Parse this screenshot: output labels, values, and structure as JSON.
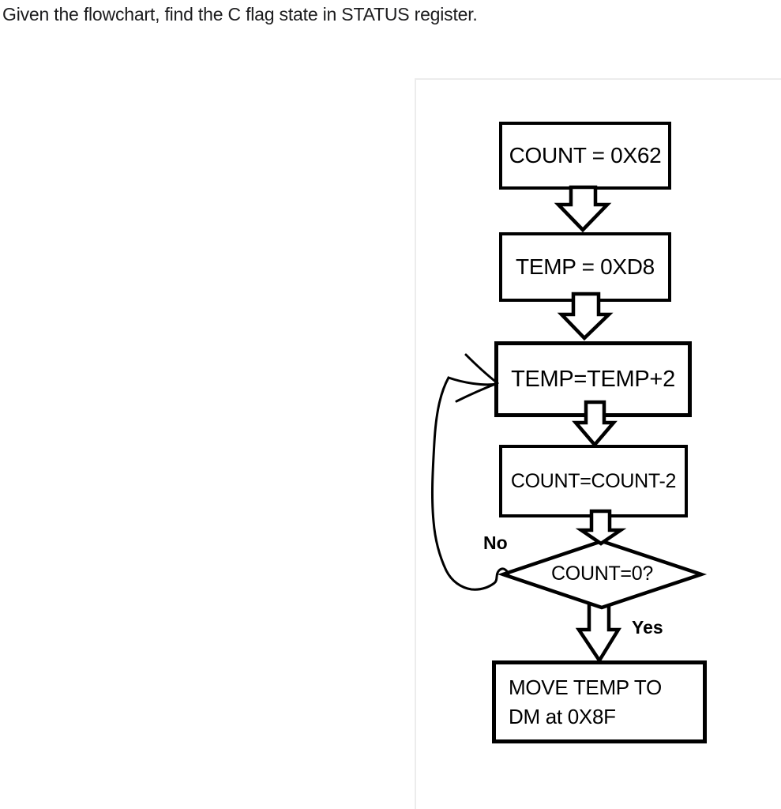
{
  "title": "Given the flowchart, find the C flag state in STATUS register.",
  "flowchart": {
    "nodes": [
      {
        "id": "init-count",
        "type": "process",
        "label": "COUNT = 0X62"
      },
      {
        "id": "init-temp",
        "type": "process",
        "label": "TEMP = 0XD8"
      },
      {
        "id": "add-temp",
        "type": "process",
        "label": "TEMP=TEMP+2"
      },
      {
        "id": "dec-count",
        "type": "process",
        "label": "COUNT=COUNT-2"
      },
      {
        "id": "check-count",
        "type": "decision",
        "label": "COUNT=0?"
      },
      {
        "id": "move-temp",
        "type": "process",
        "lines": [
          "MOVE TEMP TO",
          "DM at 0X8F"
        ]
      }
    ],
    "labels": {
      "no": "No",
      "yes": "Yes"
    }
  },
  "colors": {
    "shape_stroke": "#000000",
    "shape_fill": "#ffffff",
    "panel_border": "#ececec",
    "title_text": "#1c1c1e",
    "background": "#ffffff"
  }
}
